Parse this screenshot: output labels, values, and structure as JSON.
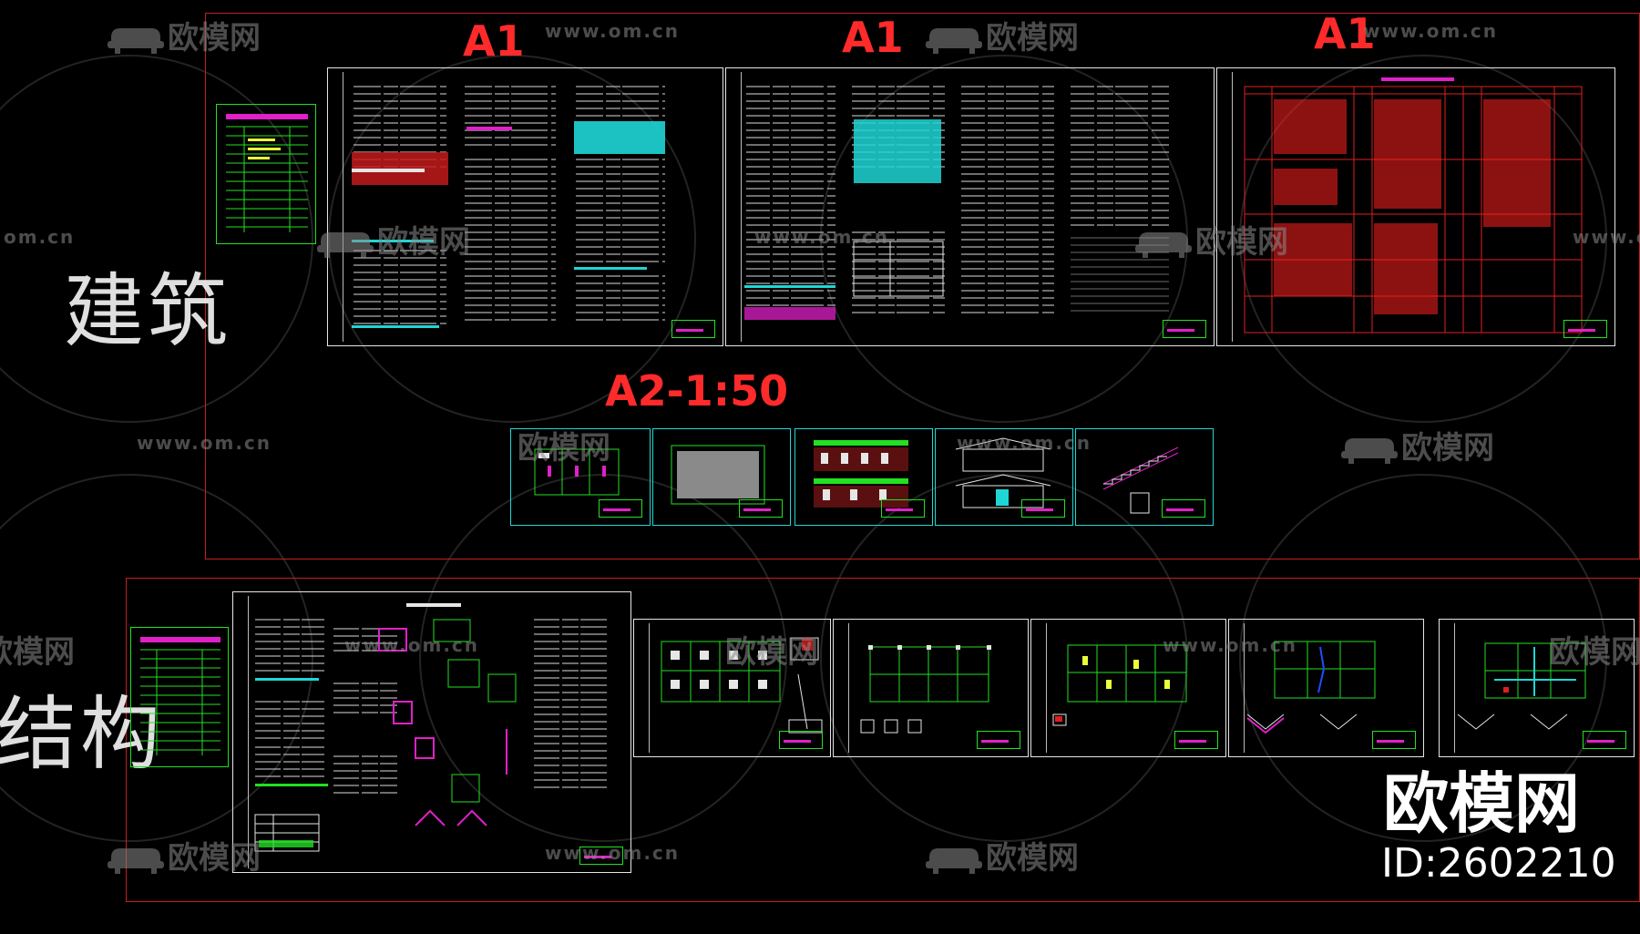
{
  "section_labels": {
    "architecture": "建筑",
    "structure": "结构"
  },
  "sheet_labels": {
    "a1_first": "A1",
    "a1_second": "A1",
    "a1_third": "A1",
    "a2_scale": "A2-1:50"
  },
  "watermark": {
    "logo_text": "欧模网",
    "url_text": "www.om.cn",
    "url_fragment": "om.cn",
    "logo_fragment": "欧模网"
  },
  "brand": {
    "name": "欧模网",
    "id_text": "ID:2602210"
  },
  "colors": {
    "background": "#000000",
    "frame_red": "#c81e1e",
    "label_red": "#ff2b2b",
    "cad_cyan": "#1fd6d6",
    "cad_green": "#22e022",
    "cad_magenta": "#e020c8",
    "cad_white": "#e6e6e6"
  },
  "sheets": {
    "architecture_a1": [
      "design-notes-sheet-1",
      "design-notes-sheet-2",
      "material-table-sheet"
    ],
    "architecture_a2": [
      "floor-plan",
      "roof-plan",
      "elevations",
      "sections",
      "stair-detail"
    ],
    "structure": [
      "structure-notes-sheet",
      "foundation-plan",
      "column-plan",
      "beam-plan",
      "roof-framing-plan",
      "roof-beam-plan"
    ]
  },
  "icons": {
    "watermark_logo": "sofa-icon"
  }
}
